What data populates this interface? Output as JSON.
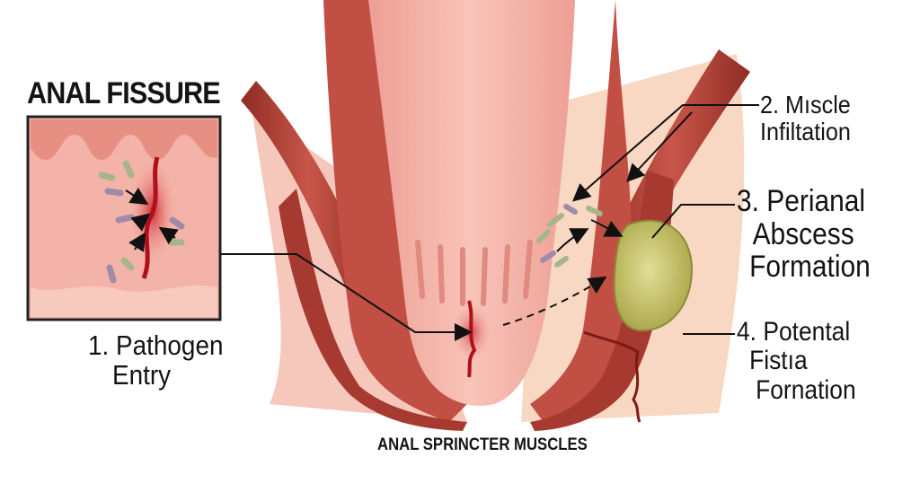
{
  "title": "ANAL FISSURE",
  "labels": {
    "pathogen": {
      "line1": "1. Pathogen",
      "line2": "Entry"
    },
    "muscle": {
      "line1": "2. Mıscle",
      "line2": "Infiltation"
    },
    "abscess": {
      "line1": "3. Perianal",
      "line2": "Abscess",
      "line3": "Formation"
    },
    "fistula": {
      "line1": "4. Potental",
      "line2": "Fistıa",
      "line3": "Fornation"
    },
    "sphincter": "ANAL SPRINCTER MUSCLES"
  },
  "colors": {
    "tissue_pink": "#f2a79e",
    "mucosa_light": "#f7c3b8",
    "muscle_red": "#b9463a",
    "muscle_dark": "#8e2c24",
    "fat_peach": "#f8d8c2",
    "abscess_yellow": "#c9c66a",
    "fissure_red": "#d8202a",
    "bacteria_green": "#a7b58a",
    "bacteria_purple": "#a08aa8"
  },
  "icons": [
    "bacteria-icon",
    "arrow-icon"
  ]
}
